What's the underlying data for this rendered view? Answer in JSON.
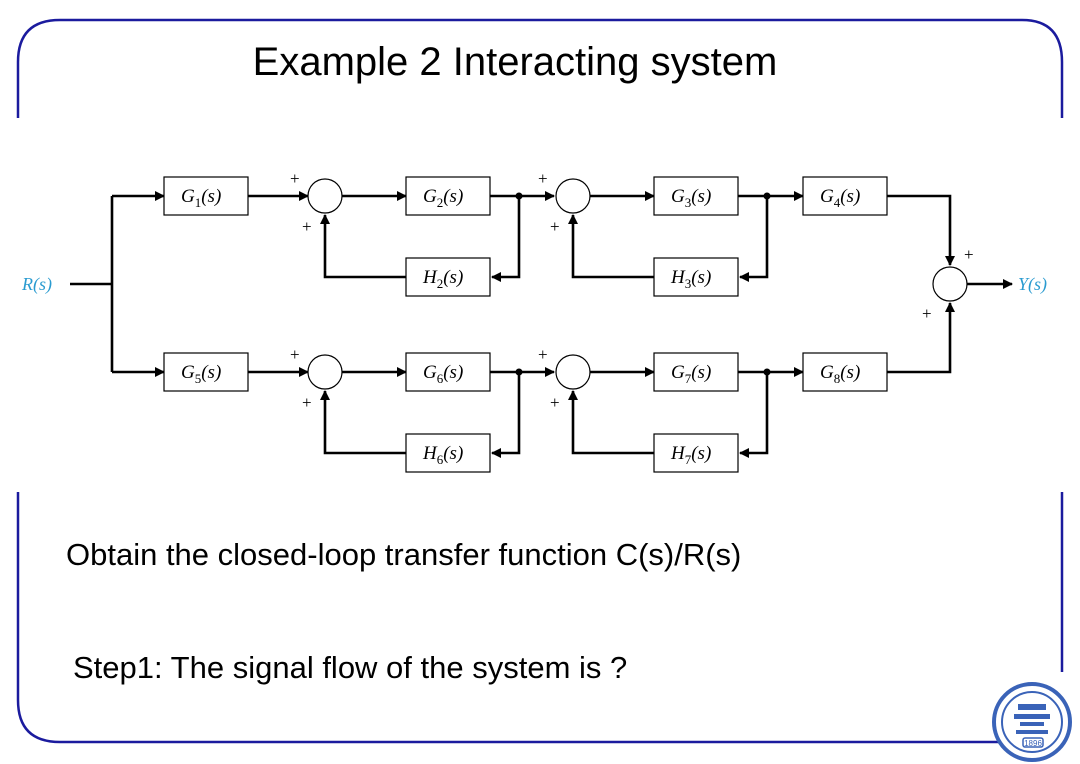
{
  "slide": {
    "title": "Example 2  Interacting system",
    "text_line1": "Obtain the closed-loop transfer function C(s)/R(s)",
    "text_line2": "Step1: The signal flow of the system is ?",
    "border_color": "#1b1b9e"
  },
  "diagram": {
    "input": "R(s)",
    "output": "Y(s)",
    "blocks_top": [
      "G1(s)",
      "G2(s)",
      "G3(s)",
      "G4(s)"
    ],
    "feedback_top": [
      "H2(s)",
      "H3(s)"
    ],
    "blocks_bottom": [
      "G5(s)",
      "G6(s)",
      "G7(s)",
      "G8(s)"
    ],
    "feedback_bottom": [
      "H6(s)",
      "H7(s)"
    ],
    "sign": "+",
    "label_color": "#2a9bd0"
  },
  "logo": {
    "year": "1896",
    "icon": "university-seal-icon"
  }
}
